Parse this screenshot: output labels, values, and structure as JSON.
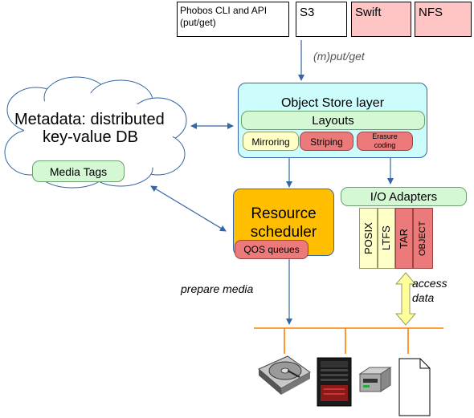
{
  "interfaces": {
    "cli": "Phobos CLI and API",
    "cli_sub": "(put/get)",
    "s3": "S3",
    "swift": "Swift",
    "nfs": "NFS"
  },
  "arrow_label": "(m)put/get",
  "metadata": {
    "title_line1": "Metadata: distributed",
    "title_line2": "key-value DB",
    "media_tags": "Media Tags"
  },
  "object_store": {
    "title": "Object Store layer",
    "layouts": "Layouts",
    "mirroring": "Mirroring",
    "striping": "Striping",
    "erasure_line1": "Erasure",
    "erasure_line2": "coding"
  },
  "scheduler": {
    "title_line1": "Resource",
    "title_line2": "scheduler",
    "qos": "QOS queues"
  },
  "io": {
    "title": "I/O Adapters",
    "posix": "POSIX",
    "ltfs": "LTFS",
    "tar": "TAR",
    "object": "OBJECT"
  },
  "prepare_media": "prepare media",
  "access_data_line1": "access",
  "access_data_line2": "data",
  "colors": {
    "pink": "#ffc4c4",
    "light_cyan": "#ccfcfc",
    "light_green": "#d4f7d4",
    "light_yellow": "#ffffc8",
    "red_box": "#ec7a7a",
    "orange": "#ffbf00",
    "arrow_blue": "#3465a4",
    "bus_orange": "#ff8000"
  }
}
